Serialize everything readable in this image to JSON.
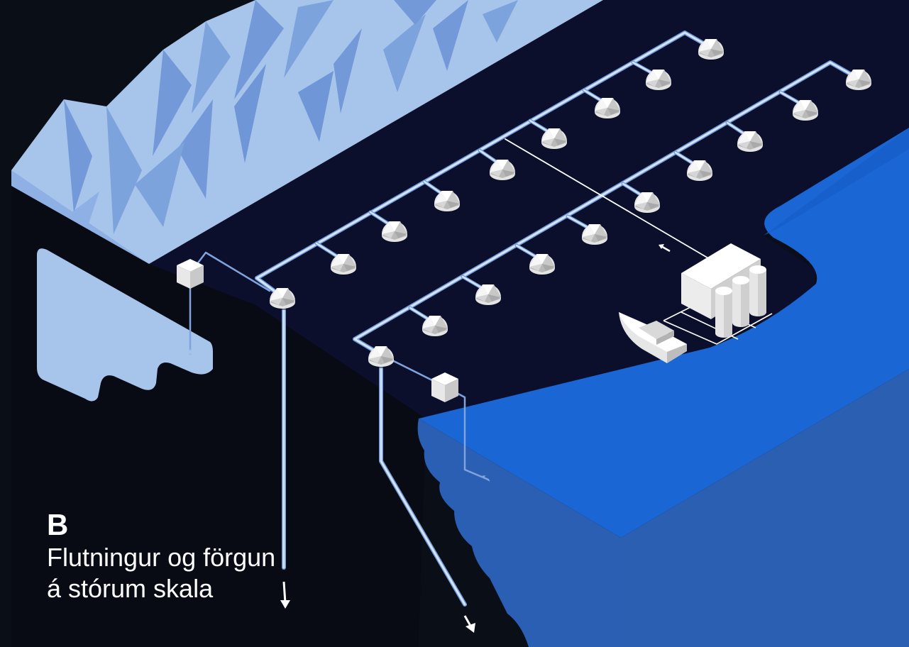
{
  "panel": {
    "letter": "B",
    "caption_line1": "Flutningur og förgun",
    "caption_line2": "á stórum skala"
  },
  "colors": {
    "background": "#0a0e17",
    "ground": "#0b0f2c",
    "ice": "#a6c3ea",
    "ice_shadow": "#7399d8",
    "reservoir": "#a6c3ea",
    "ocean_surface": "#1a66d4",
    "ocean_depth": "#2b5fb2",
    "pipe": "#cfdff5",
    "pipe_edge": "#6f98d8",
    "dome": "#e3e3e3",
    "building": "#efefef",
    "caption_text": "#ffffff"
  },
  "icons": {
    "dome": "geodesic-dome-icon",
    "box": "pump-box-icon",
    "plant": "processing-plant-icon",
    "tank": "storage-tank-icon",
    "ship": "ship-icon",
    "arrow": "flow-arrow-icon"
  }
}
